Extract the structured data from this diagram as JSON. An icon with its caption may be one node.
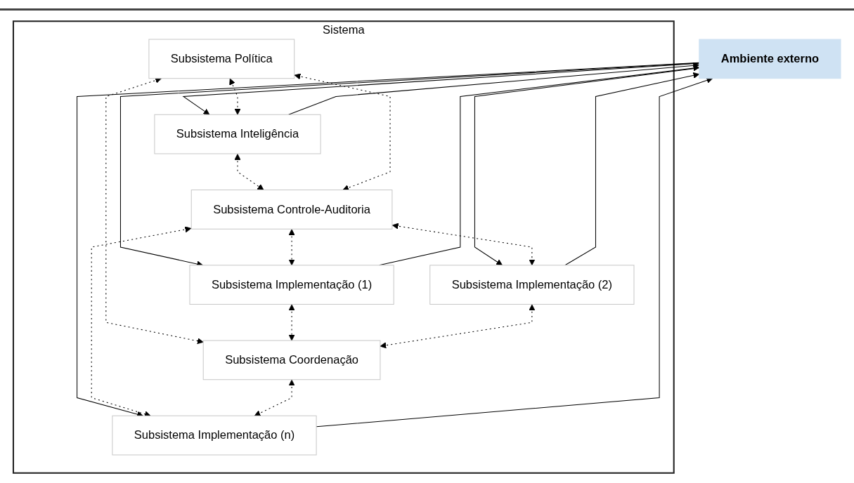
{
  "diagram": {
    "nodes": [
      {
        "text": [
          "Ambiente externo"
        ]
      },
      {
        "text": [
          "Sistema"
        ]
      },
      {
        "text": [
          "Subsistema Política"
        ],
        "in": 1
      },
      {
        "text": [
          "Subsistema Inteligência"
        ],
        "in": 1
      },
      {
        "text": [
          "Subsistema Controle-Auditoria"
        ],
        "in": 1
      },
      {
        "text": [
          "Subsistema Implementação (1)"
        ],
        "in": 1
      },
      {
        "text": [
          "Subsistema Implementação (2)"
        ],
        "in": 1
      },
      {
        "text": [
          "Subsistema Coordenação"
        ],
        "in": 1
      },
      {
        "text": [
          "Subsistema Implementação (n)"
        ],
        "in": 1
      }
    ],
    "edges": [
      {
        "from": 0,
        "to": 3,
        "arrow": "to"
      },
      {
        "from": 3,
        "to": 0,
        "arrow": "to"
      },
      {
        "from": 5,
        "to": 0,
        "arrow": "to"
      },
      {
        "from": 0,
        "to": 5,
        "arrow": "to"
      },
      {
        "from": 6,
        "to": 0,
        "arrow": "to"
      },
      {
        "from": 0,
        "to": 6,
        "arrow": "to"
      },
      {
        "from": 8,
        "to": 0,
        "arrow": "to"
      },
      {
        "from": 0,
        "to": 8,
        "arrow": "to"
      },
      {
        "from": 2,
        "to": 3,
        "arrow": "both",
        "style": "dashed"
      },
      {
        "from": 3,
        "to": 4,
        "arrow": "both",
        "style": "dashed"
      },
      {
        "from": 2,
        "to": 4,
        "arrow": "both",
        "style": "dashed"
      },
      {
        "from": 4,
        "to": 5,
        "arrow": "both",
        "style": "dashed"
      },
      {
        "from": 4,
        "to": 6,
        "arrow": "both",
        "style": "dashed"
      },
      {
        "from": 4,
        "to": 8,
        "arrow": "both",
        "style": "dashed"
      },
      {
        "from": 2,
        "to": 7,
        "arrow": "both",
        "style": "dashed"
      },
      {
        "from": 5,
        "to": 7,
        "arrow": "both",
        "style": "dashed"
      },
      {
        "from": 6,
        "to": 7,
        "arrow": "both",
        "style": "dashed"
      },
      {
        "from": 7,
        "to": 8,
        "arrow": "both",
        "style": "dashed"
      }
    ]
  }
}
